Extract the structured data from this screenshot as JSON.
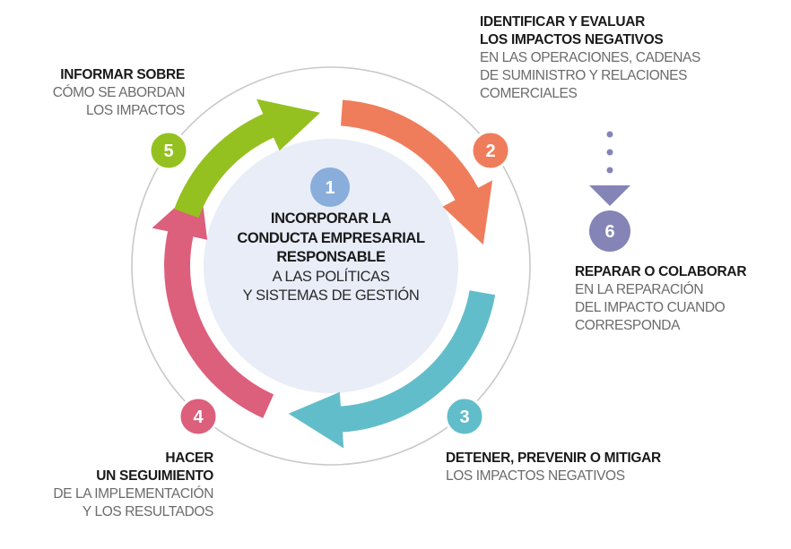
{
  "title": "Proceso de debida diligencia para una conducta empresarial responsable",
  "colors": {
    "step1": "#8aaedb",
    "step2": "#ef7d5b",
    "step3": "#62bdca",
    "step4": "#dc5f7c",
    "step5": "#94c11f",
    "step6": "#8584b7",
    "center_fill": "#e8edf8",
    "ring": "#c9c9c9"
  },
  "steps": [
    {
      "number": "1",
      "title_lines": [
        "INCORPORAR LA",
        "CONDUCTA EMPRESARIAL",
        "RESPONSABLE"
      ],
      "desc_lines": [
        "A LAS POLÍTICAS",
        "Y SISTEMAS DE GESTIÓN"
      ]
    },
    {
      "number": "2",
      "title_lines": [
        "IDENTIFICAR Y EVALUAR",
        "LOS IMPACTOS NEGATIVOS"
      ],
      "desc_lines": [
        "EN LAS OPERACIONES, CADENAS",
        "DE SUMINISTRO Y RELACIONES",
        "COMERCIALES"
      ]
    },
    {
      "number": "3",
      "title_lines": [
        "DETENER, PREVENIR O MITIGAR"
      ],
      "desc_lines": [
        "LOS IMPACTOS NEGATIVOS"
      ]
    },
    {
      "number": "4",
      "title_lines": [
        "HACER",
        "UN SEGUIMIENTO"
      ],
      "desc_lines": [
        "DE LA IMPLEMENTACIÓN",
        "Y LOS RESULTADOS"
      ]
    },
    {
      "number": "5",
      "title_lines": [
        "INFORMAR SOBRE"
      ],
      "desc_lines": [
        "CÓMO SE ABORDAN",
        "LOS IMPACTOS"
      ]
    },
    {
      "number": "6",
      "title_lines": [
        "REPARAR O COLABORAR"
      ],
      "desc_lines": [
        "EN LA REPARACIÓN",
        "DEL IMPACTO CUANDO",
        "CORRESPONDA"
      ]
    }
  ]
}
